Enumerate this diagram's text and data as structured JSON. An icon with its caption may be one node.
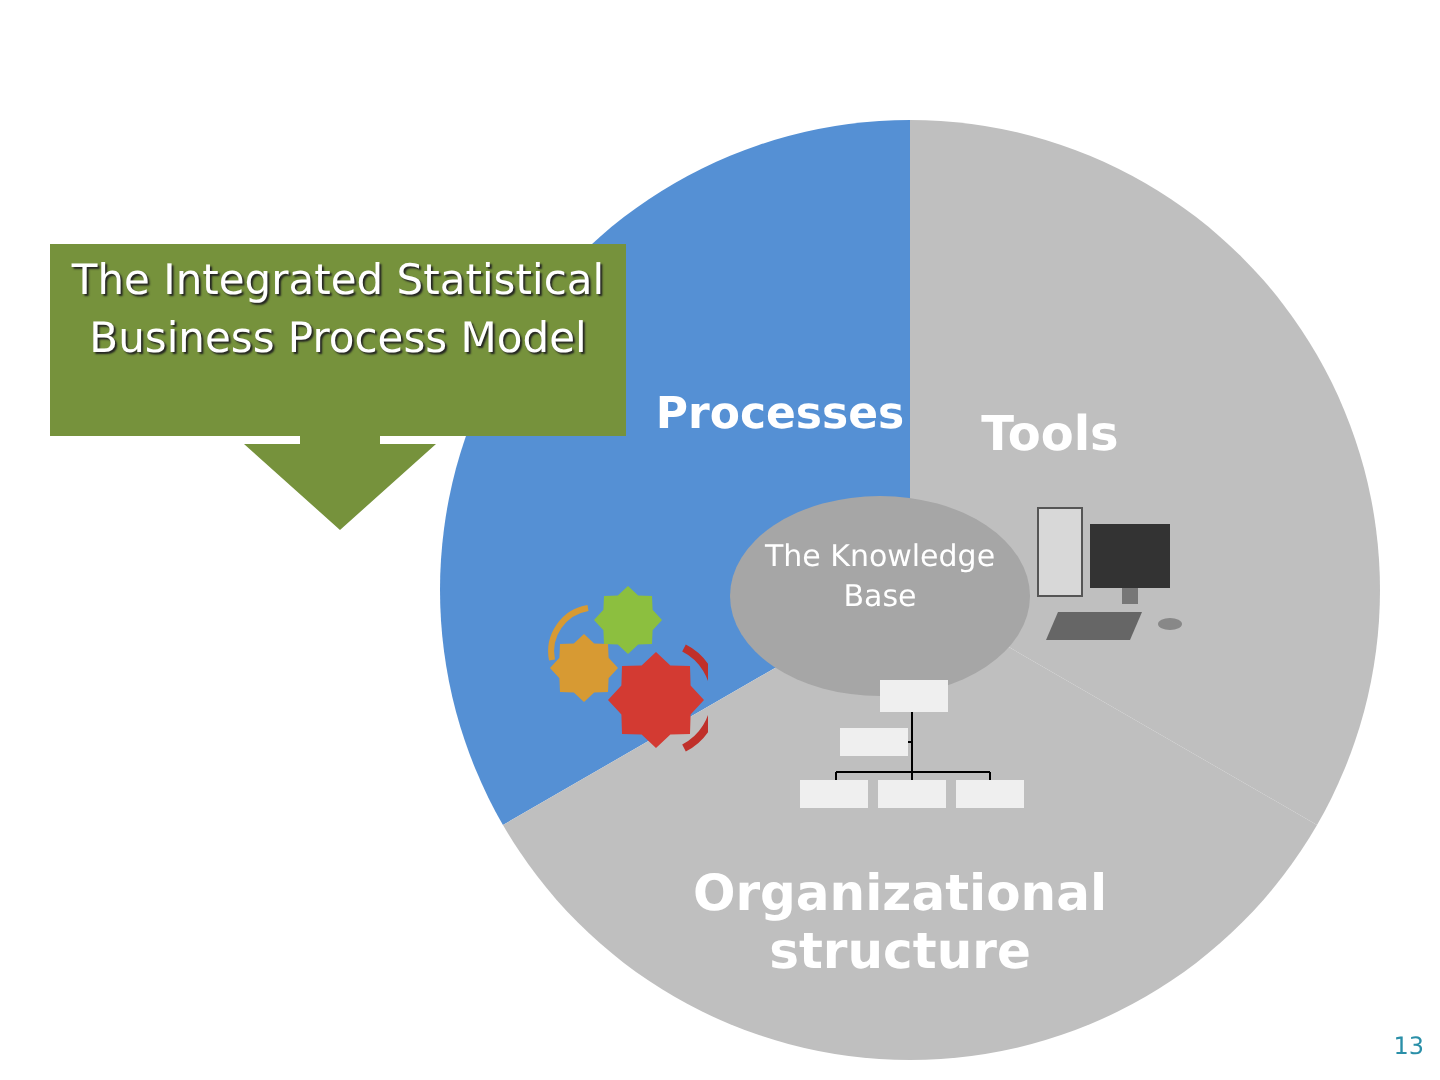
{
  "diagram": {
    "nodes": [
      {
        "text": [
          "The Integrated Statistical Business Process Model"
        ]
      },
      {
        "text": [
          "Processes"
        ]
      },
      {
        "text": [
          "Tools"
        ]
      },
      {
        "text": [
          "Organizational structure"
        ]
      },
      {
        "text": [
          "The Knowledge Base"
        ]
      }
    ],
    "edges": [],
    "labels": [
      "13"
    ]
  }
}
